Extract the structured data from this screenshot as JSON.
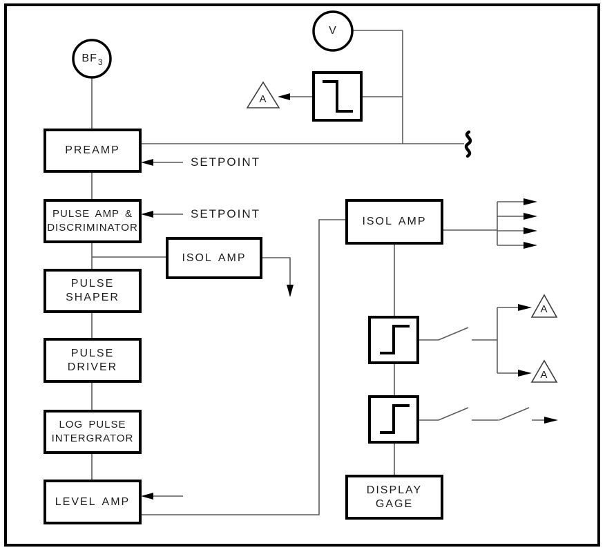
{
  "diagram": {
    "type": "block-diagram",
    "colors": {
      "wire": "#5a5a5a",
      "shape": "#000000",
      "text": "#1c1c1c",
      "background": "#ffffff"
    },
    "nodes": {
      "detector": {
        "label": "BF",
        "subscript": "3"
      },
      "voltmeter": {
        "label": "V"
      },
      "preamp": {
        "label": "PREAMP"
      },
      "pulse_amp_discriminator": {
        "line1": "PULSE AMP &",
        "line2": "DISCRIMINATOR"
      },
      "pulse_shaper": {
        "line1": "PULSE",
        "line2": "SHAPER"
      },
      "pulse_driver": {
        "line1": "PULSE",
        "line2": "DRIVER"
      },
      "log_pulse_integrator": {
        "line1": "LOG PULSE",
        "line2": "INTERGRATOR"
      },
      "level_amp": {
        "label": "LEVEL AMP"
      },
      "isol_amp_left": {
        "label": "ISOL AMP"
      },
      "isol_amp_right": {
        "label": "ISOL AMP"
      },
      "display_gage": {
        "line1": "DISPLAY",
        "line2": "GAGE"
      },
      "annunciator_top": {
        "label": "A"
      },
      "annunciator_right_upper": {
        "label": "A"
      },
      "annunciator_right_lower": {
        "label": "A"
      }
    },
    "labels": {
      "setpoint_preamp": "SETPOINT",
      "setpoint_discriminator": "SETPOINT"
    }
  }
}
